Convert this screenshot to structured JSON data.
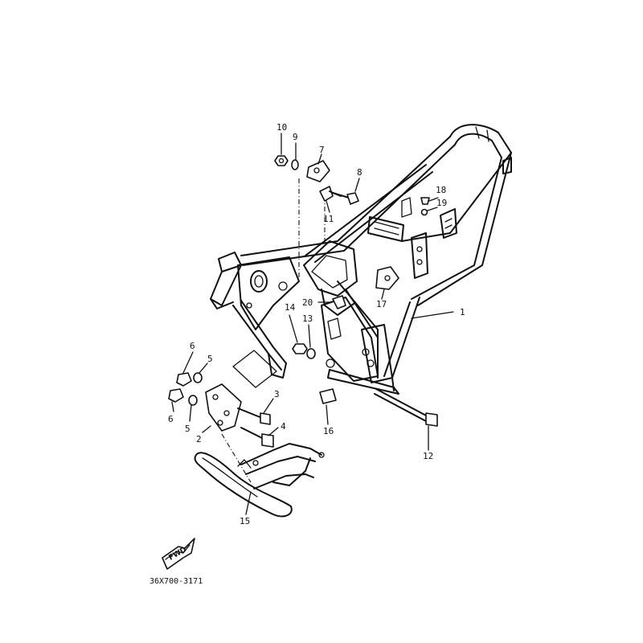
{
  "diagram": {
    "callouts": [
      {
        "id": "c1",
        "label": "1"
      },
      {
        "id": "c2",
        "label": "2"
      },
      {
        "id": "c3",
        "label": "3"
      },
      {
        "id": "c4",
        "label": "4"
      },
      {
        "id": "c5a",
        "label": "5"
      },
      {
        "id": "c5b",
        "label": "5"
      },
      {
        "id": "c6a",
        "label": "6"
      },
      {
        "id": "c6b",
        "label": "6"
      },
      {
        "id": "c7",
        "label": "7"
      },
      {
        "id": "c8",
        "label": "8"
      },
      {
        "id": "c9",
        "label": "9"
      },
      {
        "id": "c10",
        "label": "10"
      },
      {
        "id": "c11",
        "label": "11"
      },
      {
        "id": "c12",
        "label": "12"
      },
      {
        "id": "c13",
        "label": "13"
      },
      {
        "id": "c14",
        "label": "14"
      },
      {
        "id": "c15",
        "label": "15"
      },
      {
        "id": "c16",
        "label": "16"
      },
      {
        "id": "c17",
        "label": "17"
      },
      {
        "id": "c18",
        "label": "18"
      },
      {
        "id": "c19",
        "label": "19"
      },
      {
        "id": "c20",
        "label": "20"
      }
    ],
    "direction_badge": "FWD",
    "figure_code": "36X700-3171"
  }
}
